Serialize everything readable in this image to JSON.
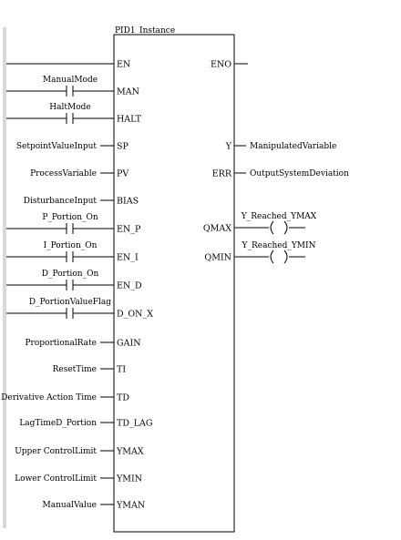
{
  "instance_name": "PID1_Instance",
  "block_type": "PID1",
  "inputs": [
    {
      "pin": "EN",
      "label": "",
      "kind": "wire"
    },
    {
      "pin": "MAN",
      "label": "ManualMode",
      "kind": "contact"
    },
    {
      "pin": "HALT",
      "label": "HaltMode",
      "kind": "contact"
    },
    {
      "pin": "SP",
      "label": "SetpointValueInput",
      "kind": "var"
    },
    {
      "pin": "PV",
      "label": "ProcessVariable",
      "kind": "var"
    },
    {
      "pin": "BIAS",
      "label": "DisturbanceInput",
      "kind": "var"
    },
    {
      "pin": "EN_P",
      "label": "P_Portion_On",
      "kind": "contact"
    },
    {
      "pin": "EN_I",
      "label": "I_Portion_On",
      "kind": "contact"
    },
    {
      "pin": "EN_D",
      "label": "D_Portion_On",
      "kind": "contact"
    },
    {
      "pin": "D_ON_X",
      "label": "D_PortionValueFlag",
      "kind": "contact"
    },
    {
      "pin": "GAIN",
      "label": "ProportionalRate",
      "kind": "var"
    },
    {
      "pin": "TI",
      "label": "ResetTime",
      "kind": "var"
    },
    {
      "pin": "TD",
      "label": "Derivative Action Time",
      "kind": "var"
    },
    {
      "pin": "TD_LAG",
      "label": "LagTimeD_Portion",
      "kind": "var"
    },
    {
      "pin": "YMAX",
      "label": "Upper ControlLimit",
      "kind": "var"
    },
    {
      "pin": "YMIN",
      "label": "Lower ControlLimit",
      "kind": "var"
    },
    {
      "pin": "YMAN",
      "label": "ManualValue",
      "kind": "var"
    }
  ],
  "outputs": [
    {
      "pin": "ENO",
      "label": "",
      "kind": "wire"
    },
    {
      "pin": "Y",
      "label": "ManipulatedVariable",
      "kind": "var"
    },
    {
      "pin": "ERR",
      "label": "OutputSystemDeviation",
      "kind": "var"
    },
    {
      "pin": "QMAX",
      "label": "Y_Reached_YMAX",
      "kind": "coil"
    },
    {
      "pin": "QMIN",
      "label": "Y_Reached_YMIN",
      "kind": "coil"
    }
  ]
}
